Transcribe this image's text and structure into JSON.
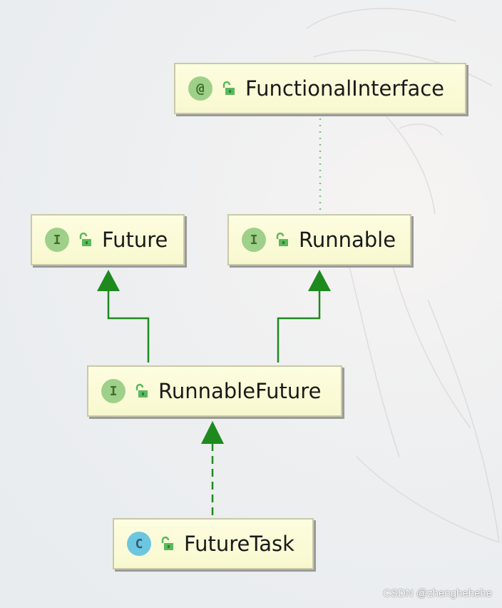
{
  "nodes": {
    "functional_interface": {
      "badge": "@",
      "label": "FunctionalInterface"
    },
    "future": {
      "badge": "I",
      "label": "Future"
    },
    "runnable": {
      "badge": "I",
      "label": "Runnable"
    },
    "runnable_future": {
      "badge": "I",
      "label": "RunnableFuture"
    },
    "future_task": {
      "badge": "C",
      "label": "FutureTask"
    }
  },
  "colors": {
    "edge": "#1e8a1e",
    "annotation_edge": "#7fc47f",
    "interface_badge": "#9fd08a",
    "class_badge": "#6dc6e0"
  },
  "watermark": "CSDN @zhenghehehe"
}
